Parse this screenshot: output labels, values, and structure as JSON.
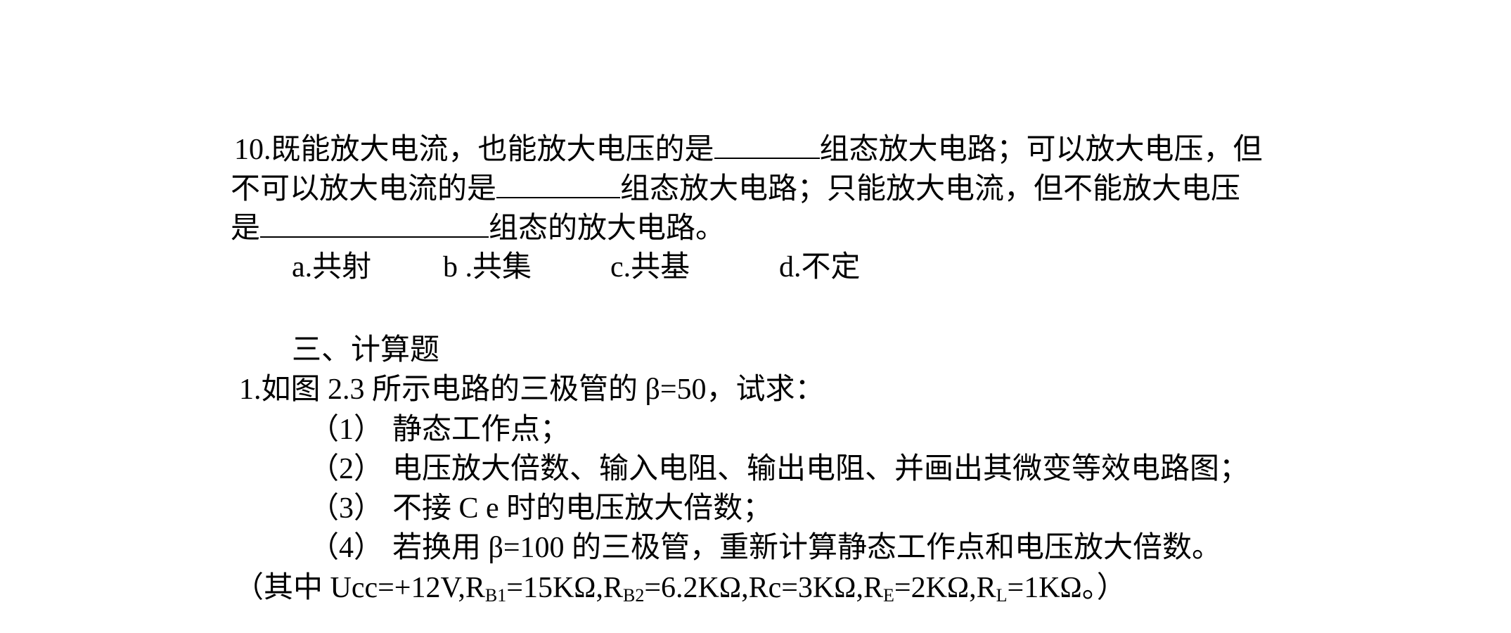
{
  "question10": {
    "line1_a": "10.既能放大电流，也能放大电压的是",
    "line1_b": "组态放大电路；可以放大电压，但",
    "line2_a": "不可以放大电流的是",
    "line2_b": "组态放大电路；只能放大电流，但不能放大电压",
    "line3_a": "是",
    "line3_b": "组态的放大电路。",
    "options": [
      "a.共射",
      "b .共集",
      "c.共基",
      "d.不定"
    ]
  },
  "section_heading": "三、计算题",
  "calc_question1": {
    "stem": "1.如图 2.3 所示电路的三极管的 β=50，试求：",
    "subquestions": [
      {
        "num": "（1）",
        "text": "静态工作点；"
      },
      {
        "num": "（2）",
        "text": "电压放大倍数、输入电阻、输出电阻、并画出其微变等效电路图；"
      },
      {
        "num": "（3）",
        "text": "不接 C e 时的电压放大倍数；"
      },
      {
        "num": "（4）",
        "text": "若换用 β=100 的三极管，重新计算静态工作点和电压放大倍数。"
      }
    ],
    "params": {
      "p1": "（其中 Ucc=+12V,R",
      "sub_b1": "B1",
      "p2": "=15KΩ,R",
      "sub_b2": "B2",
      "p3": "=6.2KΩ,Rc=3KΩ,R",
      "sub_e": "E",
      "p4": "=2KΩ,R",
      "sub_l": "L",
      "p5": "=1KΩ。）"
    }
  }
}
